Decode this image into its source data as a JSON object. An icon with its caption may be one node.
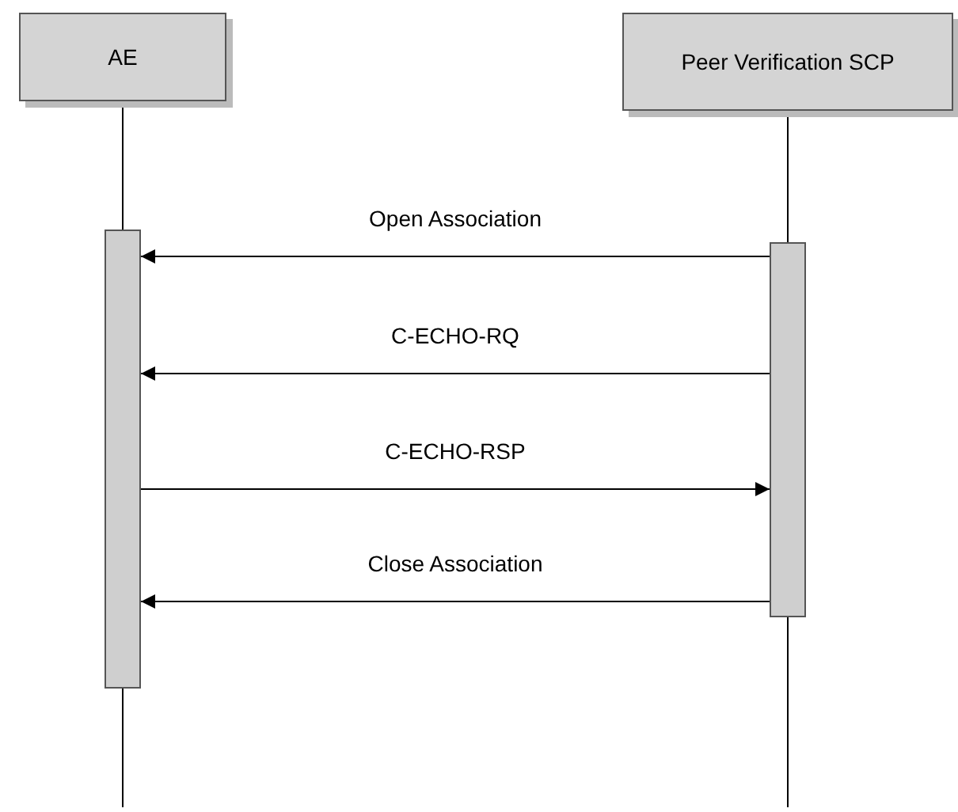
{
  "diagram": {
    "nodes": [
      {
        "text": [
          "AE"
        ]
      },
      {
        "text": [
          "Peer Verification SCP"
        ]
      },
      {
        "text": [],
        "shape": "bar"
      },
      {
        "text": [],
        "shape": "bar"
      }
    ],
    "edges": [
      {
        "from": 0,
        "to": 2,
        "arrow": "none"
      },
      {
        "from": 1,
        "to": 3,
        "arrow": "none"
      },
      {
        "from": 3,
        "to": 2,
        "arrow": "to",
        "label": "Open Association"
      },
      {
        "from": 3,
        "to": 2,
        "arrow": "to",
        "label": "C-ECHO-RQ"
      },
      {
        "from": 2,
        "to": 3,
        "arrow": "to",
        "label": "C-ECHO-RSP"
      },
      {
        "from": 3,
        "to": 2,
        "arrow": "to",
        "label": "Close Association"
      }
    ]
  }
}
